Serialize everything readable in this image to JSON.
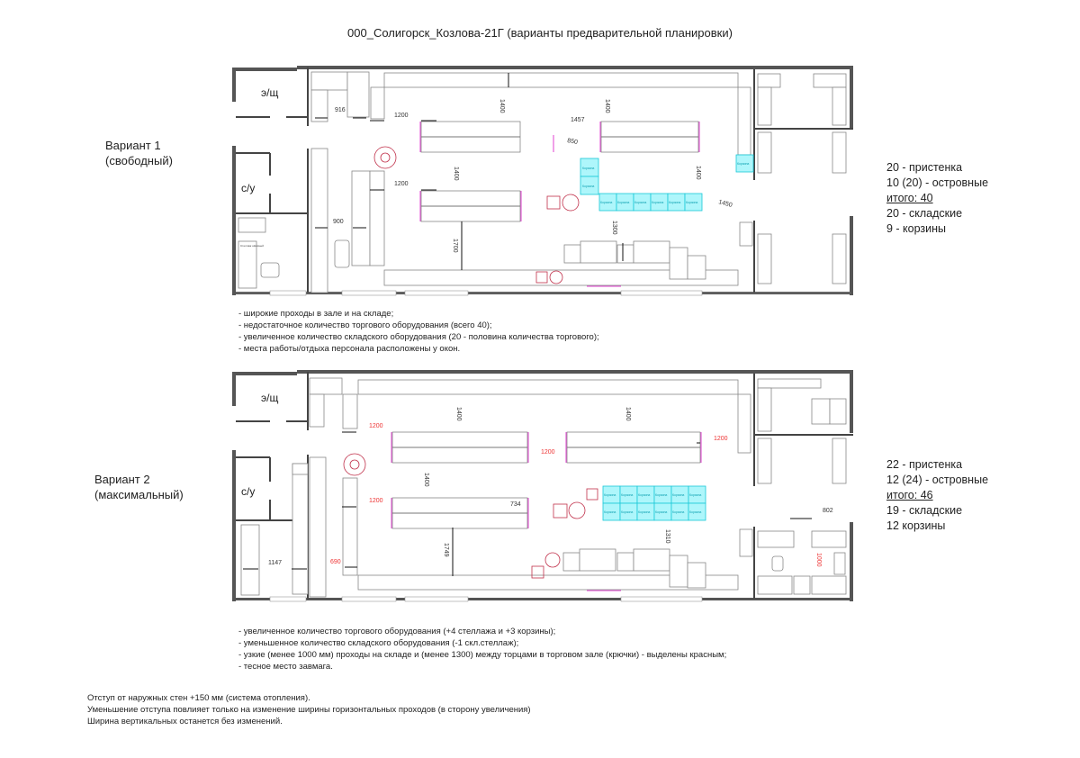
{
  "title": "000_Солигорск_Козлова-21Г (варианты предварительной планировки)",
  "rooms": {
    "electrical": "э/щ",
    "wc": "с/у",
    "office_shelf": "Стеллаж офисный",
    "basket": "Корзина"
  },
  "variant1": {
    "name": "Вариант 1",
    "subtitle": "(свободный)",
    "totals": [
      "20 - пристенка",
      "10 (20) - островные",
      "итого: 40",
      "20 - складские",
      "9 - корзины"
    ],
    "dims": [
      "916",
      "1200",
      "1400",
      "1457",
      "1400",
      "850",
      "1400",
      "1200",
      "900",
      "1700",
      "1300",
      "1400",
      "1450"
    ],
    "notes": [
      "- широкие проходы в зале и на складе;",
      "- недостаточное количество торгового оборудования (всего 40);",
      "- увеличенное количество складского оборудования (20 - половина количества торгового);",
      "- места работы/отдыха персонала расположены у окон."
    ]
  },
  "variant2": {
    "name": "Вариант 2",
    "subtitle": "(максимальный)",
    "totals": [
      "22 - пристенка",
      "12 (24) - островные",
      "итого: 46",
      "19 - складские",
      "12 корзины"
    ],
    "dims": [
      "1200",
      "1400",
      "1400",
      "1200",
      "1200",
      "1400",
      "1200",
      "734",
      "1310",
      "1749",
      "1147",
      "690",
      "802",
      "1000"
    ],
    "notes": [
      "- увеличенное количество торгового оборудования (+4 стеллажа и +3 корзины);",
      "- уменьшенное количество складского оборудования (-1 скл.стеллаж);",
      "- узкие (менее 1000 мм) проходы на складе и (менее 1300) между торцами в торговом зале (крючки) - выделены красным;",
      "- тесное место завмага."
    ]
  },
  "footer_notes": [
    "Отступ от наружных стен +150 мм (система отопления).",
    "Уменьшение отступа повлияет только на изменение ширины горизонтальных проходов (в сторону увеличения)",
    "Ширина вертикальных останется без изменений."
  ],
  "colors": {
    "wall": "#555555",
    "basket": "#aef6fb",
    "hooks": "#e040d0",
    "red_dim": "#e33333"
  }
}
